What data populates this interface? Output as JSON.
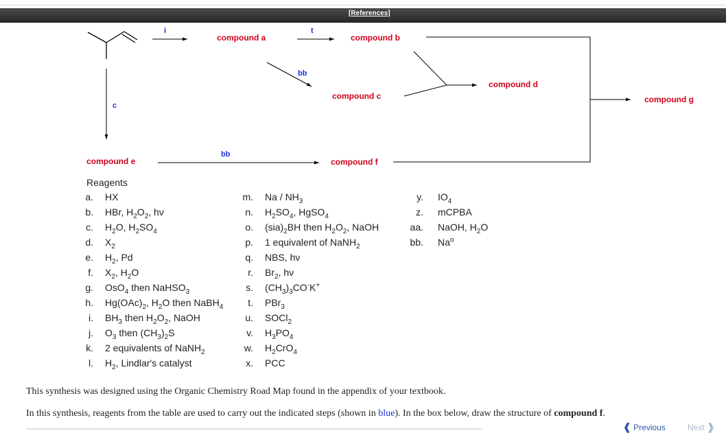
{
  "references_label": "[References]",
  "scheme": {
    "compound_a": "compound a",
    "compound_b": "compound b",
    "compound_c": "compound c",
    "compound_d": "compound d",
    "compound_e": "compound e",
    "compound_f": "compound f",
    "compound_g": "compound g",
    "reagent_start_to_a": "i",
    "reagent_a_to_b": "t",
    "reagent_a_to_c": "bb",
    "reagent_start_to_e": "c",
    "reagent_e_to_f": "bb"
  },
  "reagents_title": "Reagents",
  "reagents_col1": [
    {
      "letter": "a.",
      "html": "HX"
    },
    {
      "letter": "b.",
      "html": "HBr, H<sub>2</sub>O<sub>2</sub>, hν"
    },
    {
      "letter": "c.",
      "html": "H<sub>2</sub>O, H<sub>2</sub>SO<sub>4</sub>"
    },
    {
      "letter": "d.",
      "html": "X<sub>2</sub>"
    },
    {
      "letter": "e.",
      "html": "H<sub>2</sub>, Pd"
    },
    {
      "letter": "f.",
      "html": "X<sub>2</sub>, H<sub>2</sub>O"
    },
    {
      "letter": "g.",
      "html": "OsO<sub>4</sub> then NaHSO<sub>3</sub>"
    },
    {
      "letter": "h.",
      "html": "Hg(OAc)<sub>2</sub>, H<sub>2</sub>O then NaBH<sub>4</sub>"
    },
    {
      "letter": "i.",
      "html": "BH<sub>3</sub> then H<sub>2</sub>O<sub>2</sub>, NaOH"
    },
    {
      "letter": "j.",
      "html": "O<sub>3</sub> then (CH<sub>3</sub>)<sub>2</sub>S"
    },
    {
      "letter": "k.",
      "html": "2 equivalents of NaNH<sub>2</sub>"
    },
    {
      "letter": "l.",
      "html": "H<sub>2</sub>, Lindlar's catalyst"
    }
  ],
  "reagents_col2": [
    {
      "letter": "m.",
      "html": "Na / NH<sub>3</sub>"
    },
    {
      "letter": "n.",
      "html": "H<sub>2</sub>SO<sub>4</sub>, HgSO<sub>4</sub>"
    },
    {
      "letter": "o.",
      "html": "(sia)<sub>2</sub>BH then H<sub>2</sub>O<sub>2</sub>, NaOH"
    },
    {
      "letter": "p.",
      "html": "1 equivalent of NaNH<sub>2</sub>"
    },
    {
      "letter": "q.",
      "html": "NBS, hν"
    },
    {
      "letter": "r.",
      "html": "Br<sub>2</sub>, hν"
    },
    {
      "letter": "s.",
      "html": "(CH<sub>3</sub>)<sub>3</sub>CO<sup>-</sup>K<sup>+</sup>"
    },
    {
      "letter": "t.",
      "html": "PBr<sub>3</sub>"
    },
    {
      "letter": "u.",
      "html": "SOCl<sub>2</sub>"
    },
    {
      "letter": "v.",
      "html": "H<sub>3</sub>PO<sub>4</sub>"
    },
    {
      "letter": "w.",
      "html": "H<sub>2</sub>CrO<sub>4</sub>"
    },
    {
      "letter": "x.",
      "html": "PCC"
    }
  ],
  "reagents_col3": [
    {
      "letter": "y.",
      "html": "IO<sub>4</sub>"
    },
    {
      "letter": "z.",
      "html": "mCPBA"
    },
    {
      "letter": "aa.",
      "html": "NaOH, H<sub>2</sub>O"
    },
    {
      "letter": "bb.",
      "html": "Na<sup>o</sup>"
    }
  ],
  "description_line1": "This synthesis was designed using the Organic Chemistry Road Map found in the appendix of your textbook.",
  "description_line2_pre": "In this synthesis, reagents from the table are used to carry out the indicated steps (shown in ",
  "description_line2_blue": "blue",
  "description_line2_mid": "). In the box below, draw the structure of ",
  "description_line2_bold": "compound f",
  "description_line2_end": ".",
  "nav_previous": "Previous",
  "nav_next": "Next",
  "colors": {
    "compound": "#d0021b",
    "reagent": "#1a2fe0",
    "bar": "#333333"
  }
}
